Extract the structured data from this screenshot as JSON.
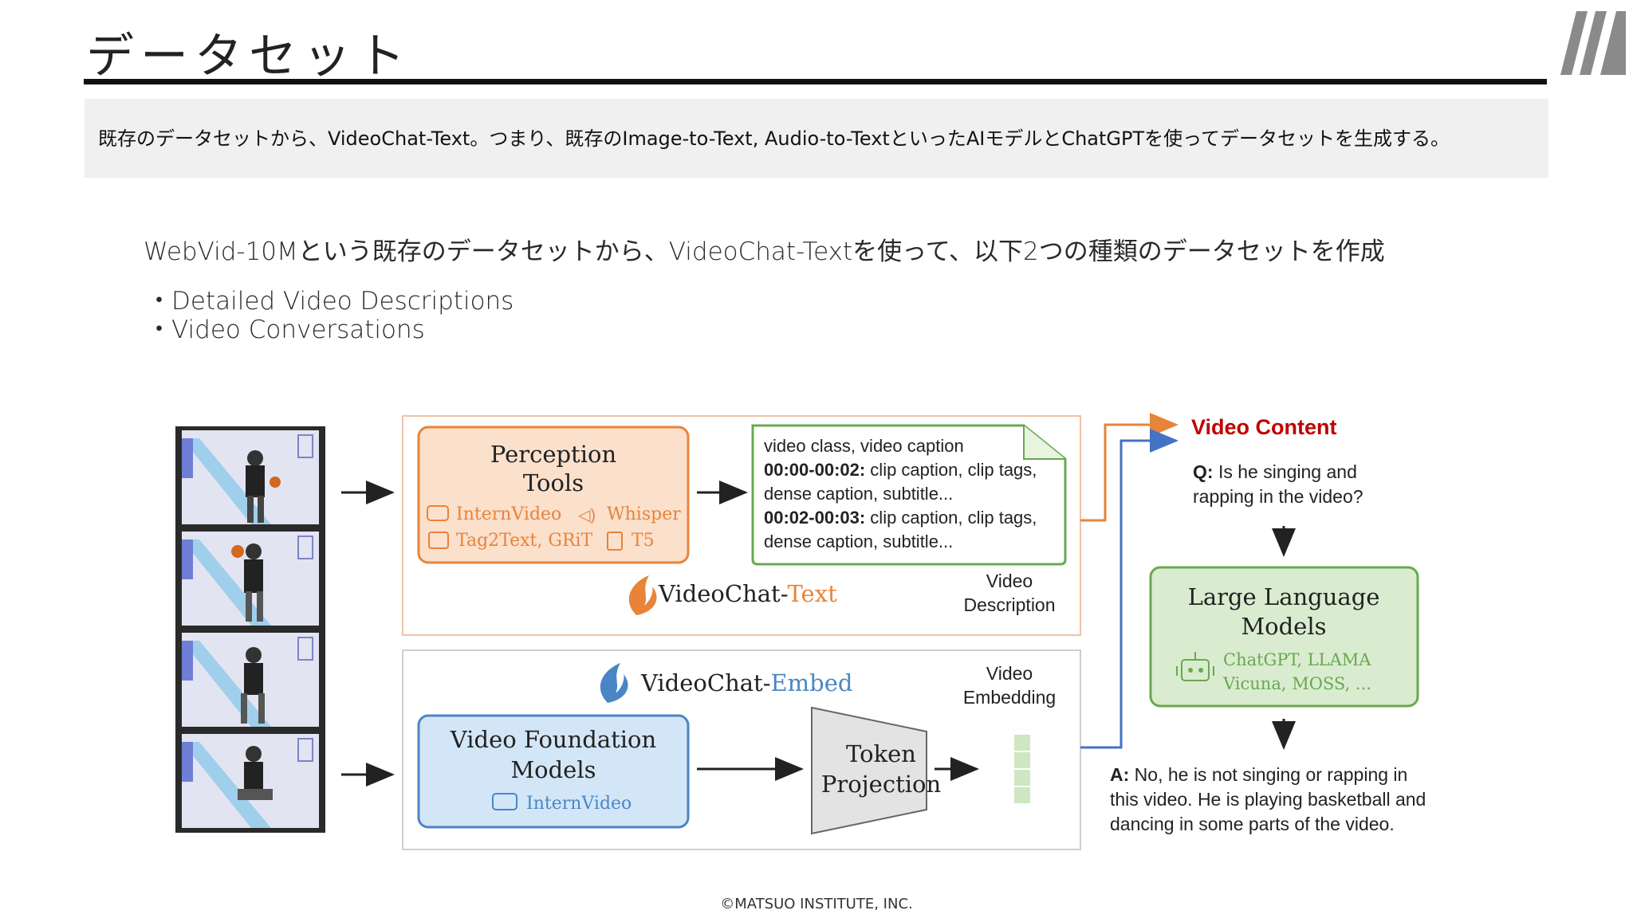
{
  "slide": {
    "title": "データセット",
    "summary": "既存のデータセットから、VideoChat-Text。つまり、既存のImage-to-Text, Audio-to-TextといったAIモデルとChatGPTを使ってデータセットを生成する。",
    "lead": "WebVid-10Mという既存のデータセットから、VideoChat-Textを使って、以下2つの種類のデータセットを作成",
    "bullets": [
      "Detailed Video Descriptions",
      "Video Conversations"
    ],
    "footer": "©MATSUO INSTITUTE, INC."
  },
  "figure": {
    "perception_tools": {
      "title_line1": "Perception",
      "title_line2": "Tools",
      "tools": [
        "InternVideo",
        "Whisper",
        "Tag2Text, GRiT",
        "T5"
      ]
    },
    "description_note": {
      "line1": "video class, video caption",
      "seg1_time": "00:00-00:02:",
      "seg1_text": " clip caption, clip tags,",
      "seg1_line2": "dense caption, subtitle...",
      "seg2_time": "00:02-00:03:",
      "seg2_text": " clip caption, clip tags,",
      "seg2_line2": "dense caption, subtitle..."
    },
    "videochat_text": {
      "prefix": "VideoChat-",
      "suffix": "Text"
    },
    "video_description_line1": "Video",
    "video_description_line2": "Description",
    "videochat_embed": {
      "prefix": "VideoChat-",
      "suffix": "Embed"
    },
    "video_embedding_line1": "Video",
    "video_embedding_line2": "Embedding",
    "foundation": {
      "line1": "Video Foundation",
      "line2": "Models",
      "tool": "InternVideo"
    },
    "token_projection": {
      "line1": "Token",
      "line2": "Projection"
    },
    "video_content": "Video Content",
    "question": {
      "label": "Q:",
      "line1": " Is he singing and",
      "line2": "rapping in the video?"
    },
    "llm": {
      "line1": "Large Language",
      "line2": "Models",
      "models_line1": "ChatGPT, LLAMA",
      "models_line2": "Vicuna, MOSS, ..."
    },
    "answer": {
      "label": "A:",
      "line1": " No, he is not singing or rapping in",
      "line2": "this video. He is playing basketball and",
      "line3": "dancing in some parts of the video."
    },
    "colors": {
      "orange": "#e8833a",
      "orange_fill": "#fbe0cc",
      "green": "#6aa84f",
      "green_fill": "#d9ecd0",
      "blue": "#4a86c5",
      "blue_fill": "#d3e6f7",
      "red_title": "#c00000",
      "connector_blue": "#4472c4"
    }
  }
}
